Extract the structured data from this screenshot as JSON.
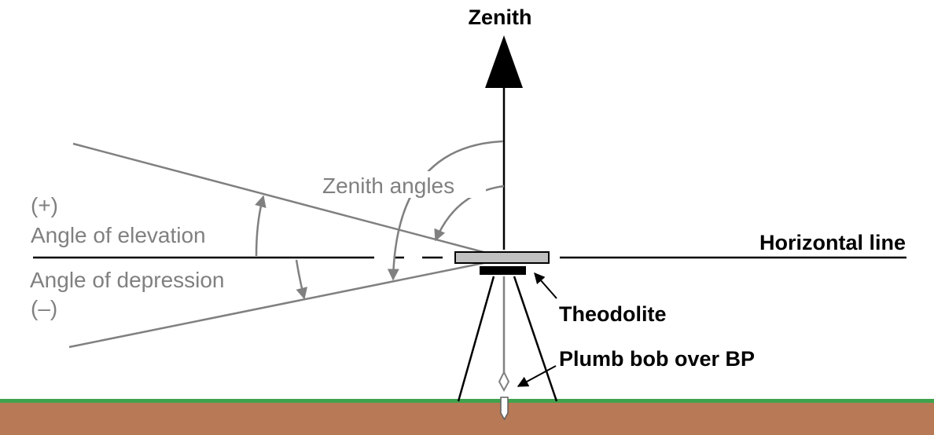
{
  "labels": {
    "zenith": "Zenith",
    "horizontal_line": "Horizontal line",
    "zenith_angles": "Zenith angles",
    "plus": "(+)",
    "angle_of_elevation": "Angle of elevation",
    "angle_of_depression": "Angle of depression",
    "minus": "(–)",
    "theodolite": "Theodolite",
    "plumb_bob": "Plumb bob over BP"
  },
  "colors": {
    "primary": "#000000",
    "secondary": "#808080",
    "instrument": "#c0c0c0",
    "grass": "#3fa34d",
    "soil": "#b87a56"
  }
}
